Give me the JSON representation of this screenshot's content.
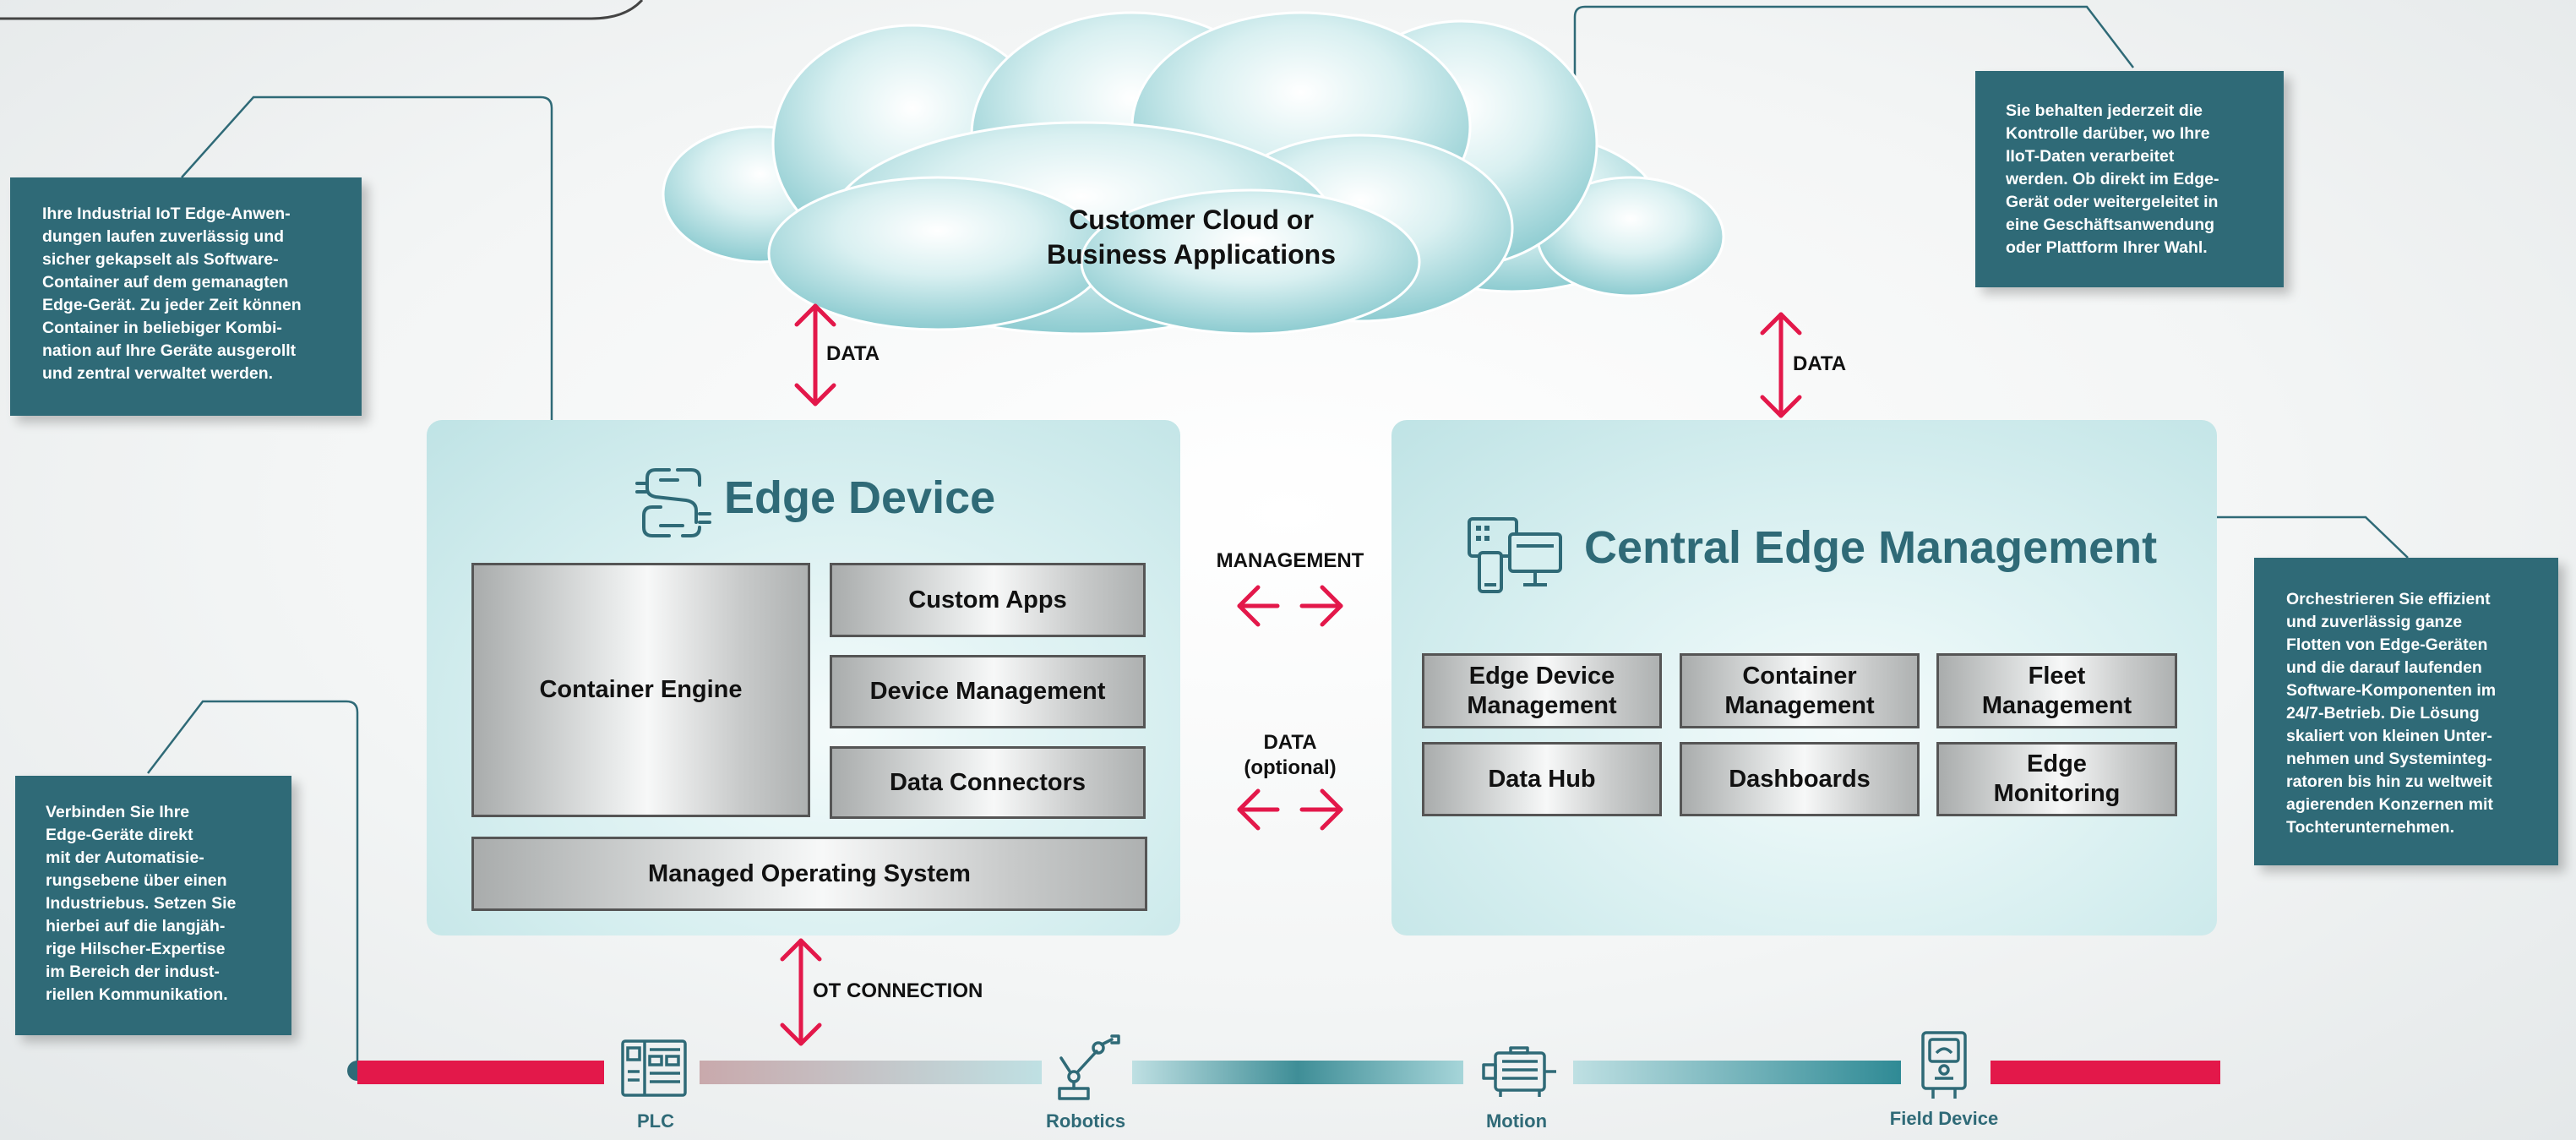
{
  "notes": {
    "containers": "Ihre Industrial IoT Edge-Anwen-\ndungen laufen zuverlässig und\nsicher gekapselt als Software-\nContainer auf dem gemanagten\nEdge-Gerät. Zu jeder Zeit können\nContainer in beliebiger Kombi-\nnation auf Ihre Geräte ausgerollt\nund zentral verwaltet werden.",
    "data_control": "Sie behalten jederzeit die\nKontrolle darüber, wo Ihre\nIIoT-Daten verarbeitet\nwerden. Ob direkt im Edge-\nGerät oder weitergeleitet in\neine Geschäftsanwendung\noder Plattform Ihrer Wahl.",
    "fieldbus": "Verbinden Sie Ihre\nEdge-Geräte direkt\nmit der Automatisie-\nrungsebene über einen\nIndustriebus.  Setzen Sie\nhierbei auf die langjäh-\nrige Hilscher-Expertise\nim Bereich der indust-\nriellen Kommunikation.",
    "orchestration": "Orchestrieren Sie effizient\nund zuverlässig ganze\nFlotten von Edge-Geräten\nund die darauf laufenden\nSoftware-Komponenten im\n24/7-Betrieb. Die Lösung\nskaliert von kleinen Unter-\nnehmen und Systeminteg-\nratoren bis hin zu weltweit\nagierenden Konzernen mit\nTochterunternehmen."
  },
  "cloud": {
    "label": "Customer Cloud or\nBusiness Applications"
  },
  "edge_device": {
    "title": "Edge Device",
    "container_engine": "Container Engine",
    "custom_apps": "Custom Apps",
    "device_management": "Device Management",
    "data_connectors": "Data Connectors",
    "managed_os": "Managed Operating System"
  },
  "central": {
    "title": "Central Edge Management",
    "modules": [
      "Edge Device\nManagement",
      "Container\nManagement",
      "Fleet\nManagement",
      "Data Hub",
      "Dashboards",
      "Edge\nMonitoring"
    ]
  },
  "arrows": {
    "data_left": "DATA",
    "data_right": "DATA",
    "management": "MANAGEMENT",
    "data_optional": "DATA\n(optional)",
    "ot_connection": "OT CONNECTION"
  },
  "devices": [
    "PLC",
    "Robotics",
    "Motion",
    "Field Device"
  ],
  "colors": {
    "accent_red": "#e3184a",
    "teal_dark": "#2f6a77",
    "teal_light": "#bfe3e5"
  },
  "icons": [
    "edge-device-icon",
    "central-management-icon",
    "plc-icon",
    "robot-arm-icon",
    "motor-icon",
    "field-device-icon"
  ]
}
